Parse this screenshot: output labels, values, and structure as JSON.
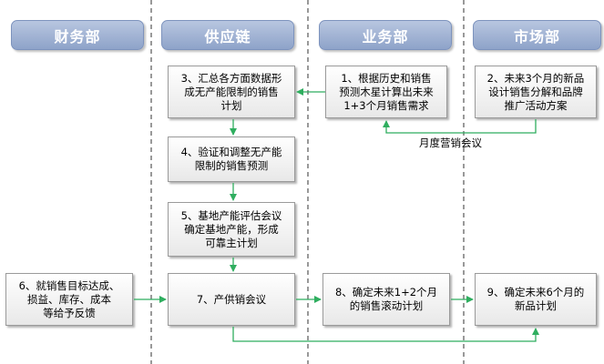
{
  "lanes": {
    "finance": "财务部",
    "supply_chain": "供应链",
    "business": "业务部",
    "marketing": "市场部"
  },
  "steps": {
    "s1": "1、根据历史和销售\n预测木星计算出未来\n1+3个月销售需求",
    "s2": "2、未来3个月的新品\n设计销售分解和品牌\n推广活动方案",
    "s3": "3、汇总各方面数据形\n成无产能限制的销售\n计划",
    "s4": "4、验证和调整无产能\n限制的销售预测",
    "s5": "5、基地产能评估会议\n确定基地产能，形成\n可靠主计划",
    "s6": "6、就销售目标达成、\n损益、库存、成本\n等给予反馈",
    "s7": "7、产供销会议",
    "s8": "8、确定未来1+2个月\n的销售滚动计划",
    "s9": "9、确定未来6个月的\n新品计划"
  },
  "annotations": {
    "monthly_meeting": "月度营销会议"
  },
  "colors": {
    "arrow": "#2fae5f",
    "lane_header": "#95a8cc"
  }
}
